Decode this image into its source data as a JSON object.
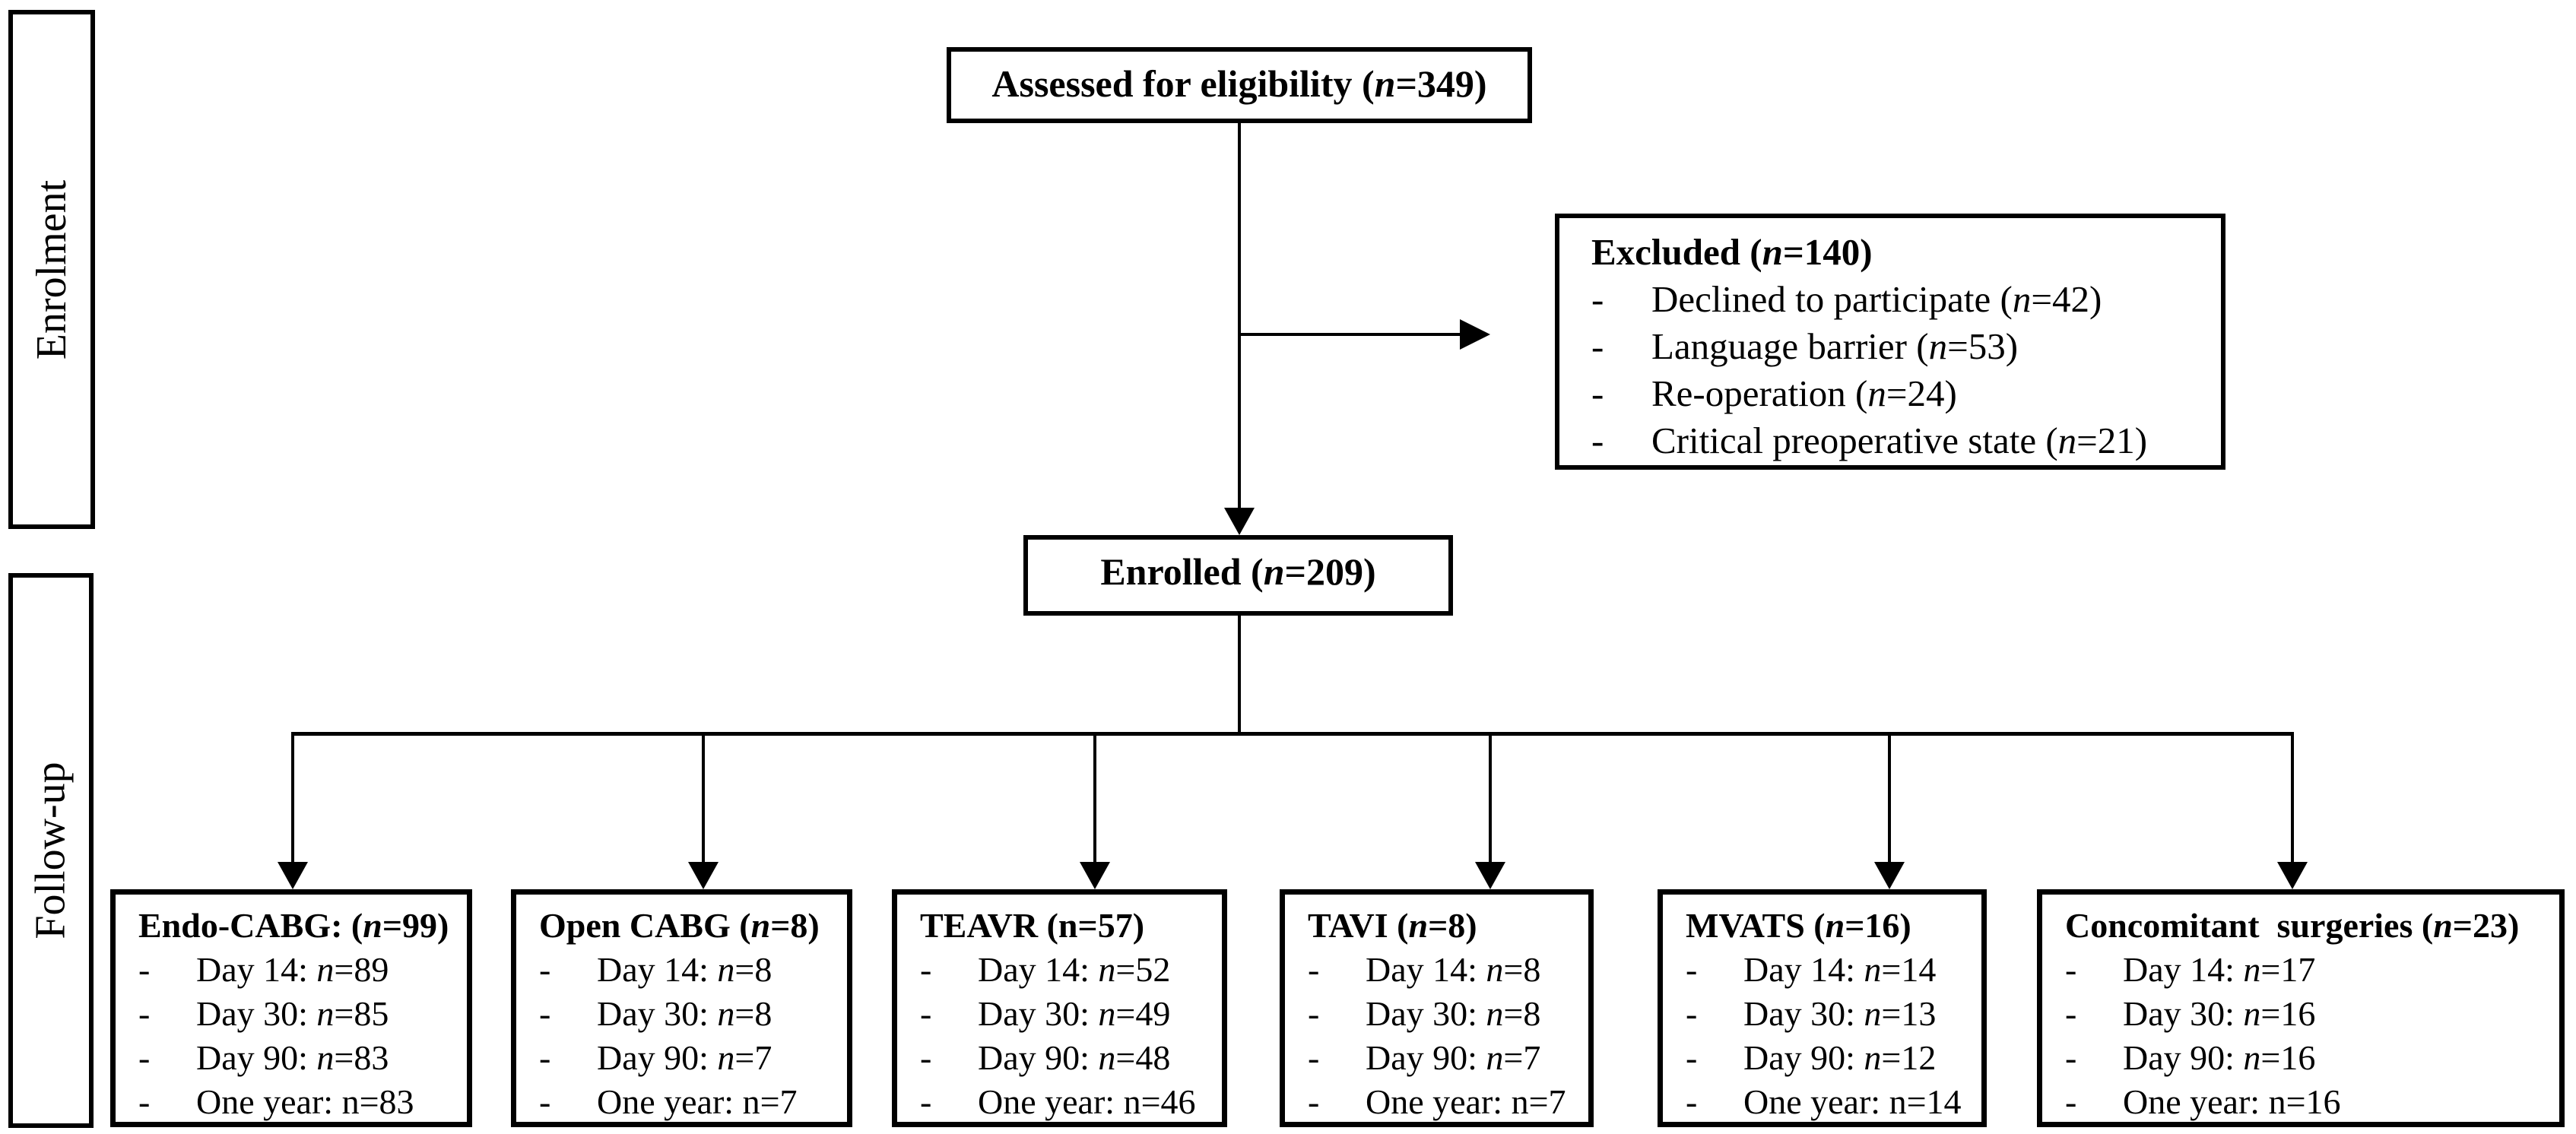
{
  "colors": {
    "background": "#ffffff",
    "ink": "#000000"
  },
  "bullet": "-",
  "sidebar": {
    "enrolment": "Enrolment",
    "followup": "Follow-up"
  },
  "flow": {
    "assessed": {
      "title": [
        {
          "t": "Assessed for eligibility ("
        },
        {
          "t": "n",
          "i": true
        },
        {
          "t": "=349)"
        }
      ]
    },
    "excluded": {
      "title": [
        {
          "t": "Excluded ("
        },
        {
          "t": "n",
          "i": true
        },
        {
          "t": "=140)"
        }
      ],
      "items": [
        [
          {
            "t": "Declined to participate ("
          },
          {
            "t": "n",
            "i": true
          },
          {
            "t": "=42)"
          }
        ],
        [
          {
            "t": "Language barrier ("
          },
          {
            "t": "n",
            "i": true
          },
          {
            "t": "=53)"
          }
        ],
        [
          {
            "t": "Re-operation ("
          },
          {
            "t": "n",
            "i": true
          },
          {
            "t": "=24)"
          }
        ],
        [
          {
            "t": "Critical preoperative state ("
          },
          {
            "t": "n",
            "i": true
          },
          {
            "t": "=21)"
          }
        ]
      ]
    },
    "enrolled": {
      "title": [
        {
          "t": "Enrolled ("
        },
        {
          "t": "n",
          "i": true
        },
        {
          "t": "=209)"
        }
      ]
    },
    "groups": [
      {
        "title": [
          {
            "t": "Endo-CABG: ("
          },
          {
            "t": "n",
            "i": true
          },
          {
            "t": "=99)"
          }
        ],
        "items": [
          [
            {
              "t": "Day 14: "
            },
            {
              "t": "n",
              "i": true
            },
            {
              "t": "=89"
            }
          ],
          [
            {
              "t": "Day 30: "
            },
            {
              "t": "n",
              "i": true
            },
            {
              "t": "=85"
            }
          ],
          [
            {
              "t": "Day 90: "
            },
            {
              "t": "n",
              "i": true
            },
            {
              "t": "=83"
            }
          ],
          [
            {
              "t": "One year: n=83"
            }
          ]
        ]
      },
      {
        "title": [
          {
            "t": "Open CABG ("
          },
          {
            "t": "n",
            "i": true
          },
          {
            "t": "=8)"
          }
        ],
        "items": [
          [
            {
              "t": "Day 14: "
            },
            {
              "t": "n",
              "i": true
            },
            {
              "t": "=8"
            }
          ],
          [
            {
              "t": "Day 30: "
            },
            {
              "t": "n",
              "i": true
            },
            {
              "t": "=8"
            }
          ],
          [
            {
              "t": "Day 90: "
            },
            {
              "t": "n",
              "i": true
            },
            {
              "t": "=7"
            }
          ],
          [
            {
              "t": "One year: n=7"
            }
          ]
        ]
      },
      {
        "title": [
          {
            "t": "TEAVR (n=57)"
          }
        ],
        "items": [
          [
            {
              "t": "Day 14: "
            },
            {
              "t": "n",
              "i": true
            },
            {
              "t": "=52"
            }
          ],
          [
            {
              "t": "Day 30: "
            },
            {
              "t": "n",
              "i": true
            },
            {
              "t": "=49"
            }
          ],
          [
            {
              "t": "Day 90: "
            },
            {
              "t": "n",
              "i": true
            },
            {
              "t": "=48"
            }
          ],
          [
            {
              "t": "One year: n=46"
            }
          ]
        ]
      },
      {
        "title": [
          {
            "t": "TAVI ("
          },
          {
            "t": "n",
            "i": true
          },
          {
            "t": "=8)"
          }
        ],
        "items": [
          [
            {
              "t": "Day 14: "
            },
            {
              "t": "n",
              "i": true
            },
            {
              "t": "=8"
            }
          ],
          [
            {
              "t": "Day 30: "
            },
            {
              "t": "n",
              "i": true
            },
            {
              "t": "=8"
            }
          ],
          [
            {
              "t": "Day 90: "
            },
            {
              "t": "n",
              "i": true
            },
            {
              "t": "=7"
            }
          ],
          [
            {
              "t": "One year: n=7"
            }
          ]
        ]
      },
      {
        "title": [
          {
            "t": "MVATS ("
          },
          {
            "t": "n",
            "i": true
          },
          {
            "t": "=16)"
          }
        ],
        "items": [
          [
            {
              "t": "Day 14: "
            },
            {
              "t": "n",
              "i": true
            },
            {
              "t": "=14"
            }
          ],
          [
            {
              "t": "Day 30: "
            },
            {
              "t": "n",
              "i": true
            },
            {
              "t": "=13"
            }
          ],
          [
            {
              "t": "Day 90: "
            },
            {
              "t": "n",
              "i": true
            },
            {
              "t": "=12"
            }
          ],
          [
            {
              "t": "One year: n=14"
            }
          ]
        ]
      },
      {
        "title": [
          {
            "t": "Concomitant  surgeries ("
          },
          {
            "t": "n",
            "i": true
          },
          {
            "t": "=23)"
          }
        ],
        "items": [
          [
            {
              "t": "Day 14: "
            },
            {
              "t": "n",
              "i": true
            },
            {
              "t": "=17"
            }
          ],
          [
            {
              "t": "Day 30: "
            },
            {
              "t": "n",
              "i": true
            },
            {
              "t": "=16"
            }
          ],
          [
            {
              "t": "Day 90: "
            },
            {
              "t": "n",
              "i": true
            },
            {
              "t": "=16"
            }
          ],
          [
            {
              "t": "One year: n=16"
            }
          ]
        ]
      }
    ]
  }
}
